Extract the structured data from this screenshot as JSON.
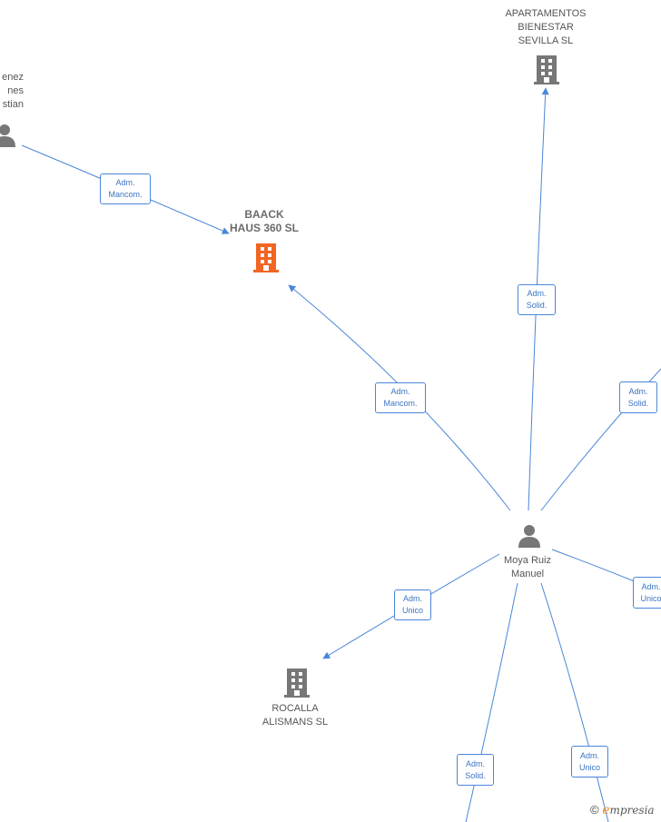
{
  "nodes": {
    "baack": {
      "name_line1": "BAACK",
      "name_line2": "HAUS 360  SL",
      "type": "company",
      "color": "#f26522"
    },
    "apartamentos": {
      "name_line1": "APARTAMENTOS",
      "name_line2": "BIENESTAR",
      "name_line3": "SEVILLA  SL",
      "type": "company"
    },
    "rocalla": {
      "name_line1": "ROCALLA",
      "name_line2": "ALISMANS  SL",
      "type": "company"
    },
    "moya": {
      "name_line1": "Moya Ruiz",
      "name_line2": "Manuel",
      "type": "person"
    },
    "partial_person": {
      "name_line1": "enez",
      "name_line2": "nes",
      "name_line3": "stian",
      "type": "person"
    }
  },
  "relations": {
    "partial_to_baack": {
      "line1": "Adm.",
      "line2": "Mancom."
    },
    "moya_to_baack": {
      "line1": "Adm.",
      "line2": "Mancom."
    },
    "moya_to_apartamentos": {
      "line1": "Adm.",
      "line2": "Solid."
    },
    "moya_to_right_upper": {
      "line1": "Adm.",
      "line2": "Solid."
    },
    "moya_to_right_middle": {
      "line1": "Adm.",
      "line2": "Unico"
    },
    "moya_to_rocalla": {
      "line1": "Adm.",
      "line2": "Unico"
    },
    "moya_to_bottom_left": {
      "line1": "Adm.",
      "line2": "Solid."
    },
    "moya_to_bottom_right": {
      "line1": "Adm.",
      "line2": "Unico"
    }
  },
  "colors": {
    "edge": "#4a86d8",
    "company_icon": "#777777",
    "person_icon": "#777777",
    "highlight": "#f26522"
  },
  "footer": {
    "copyright_symbol": "©",
    "brand_initial": "e",
    "brand_rest": "mpresia"
  }
}
